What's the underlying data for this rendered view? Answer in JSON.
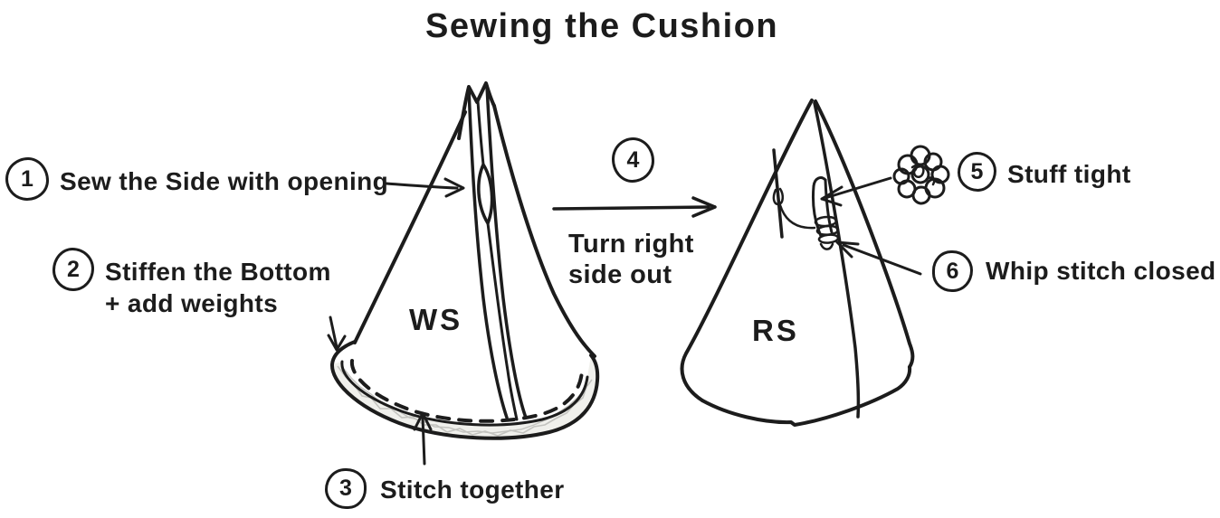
{
  "title": "Sewing the Cushion",
  "left_figure": {
    "label": "WS"
  },
  "right_figure": {
    "label": "RS"
  },
  "steps": [
    {
      "num": "1",
      "text": "Sew the Side with opening"
    },
    {
      "num": "2",
      "line1": "Stiffen the Bottom",
      "line2": "+ add weights"
    },
    {
      "num": "3",
      "text": "Stitch together"
    },
    {
      "num": "4",
      "line1": "Turn right",
      "line2": "side out"
    },
    {
      "num": "5",
      "text": "Stuff tight"
    },
    {
      "num": "6",
      "text": "Whip stitch closed"
    }
  ],
  "icons": {
    "stuffing_ball": "scribbled stuffing ball",
    "needle_thread": "needle with thread",
    "whip_stitch": "whip stitch coils"
  },
  "colors": {
    "ink": "#1c1c1c",
    "background": "#ffffff",
    "base_band_fill": "#f0f0ec",
    "base_texture": "#c3c3bf"
  }
}
